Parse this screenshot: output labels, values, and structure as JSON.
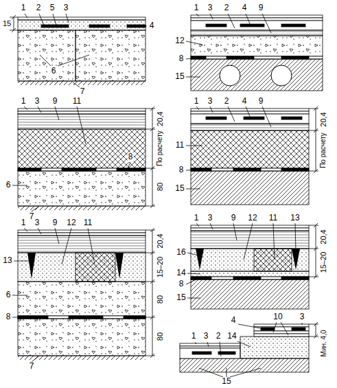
{
  "diagram": {
    "labels": [
      "15",
      "1",
      "2",
      "3",
      "5",
      "4",
      "6",
      "7",
      "1",
      "3",
      "2",
      "4",
      "9",
      "12",
      "8",
      "15",
      "1",
      "3",
      "9",
      "11",
      "8",
      "20,4",
      "По расчету",
      "80",
      "6",
      "7",
      "1",
      "3",
      "2",
      "4",
      "9",
      "11",
      "8",
      "20,4",
      "По расчету",
      "15",
      "1",
      "3",
      "9",
      "12",
      "11",
      "20,4",
      "13",
      "15–20",
      "6",
      "80",
      "8",
      "80",
      "7",
      "1",
      "3",
      "9",
      "12",
      "11",
      "13",
      "20,4",
      "16",
      "15–20",
      "14",
      "8",
      "15",
      "4",
      "10",
      "3",
      "1",
      "3",
      "2",
      "Мин. 4,0",
      "14",
      "15"
    ]
  }
}
